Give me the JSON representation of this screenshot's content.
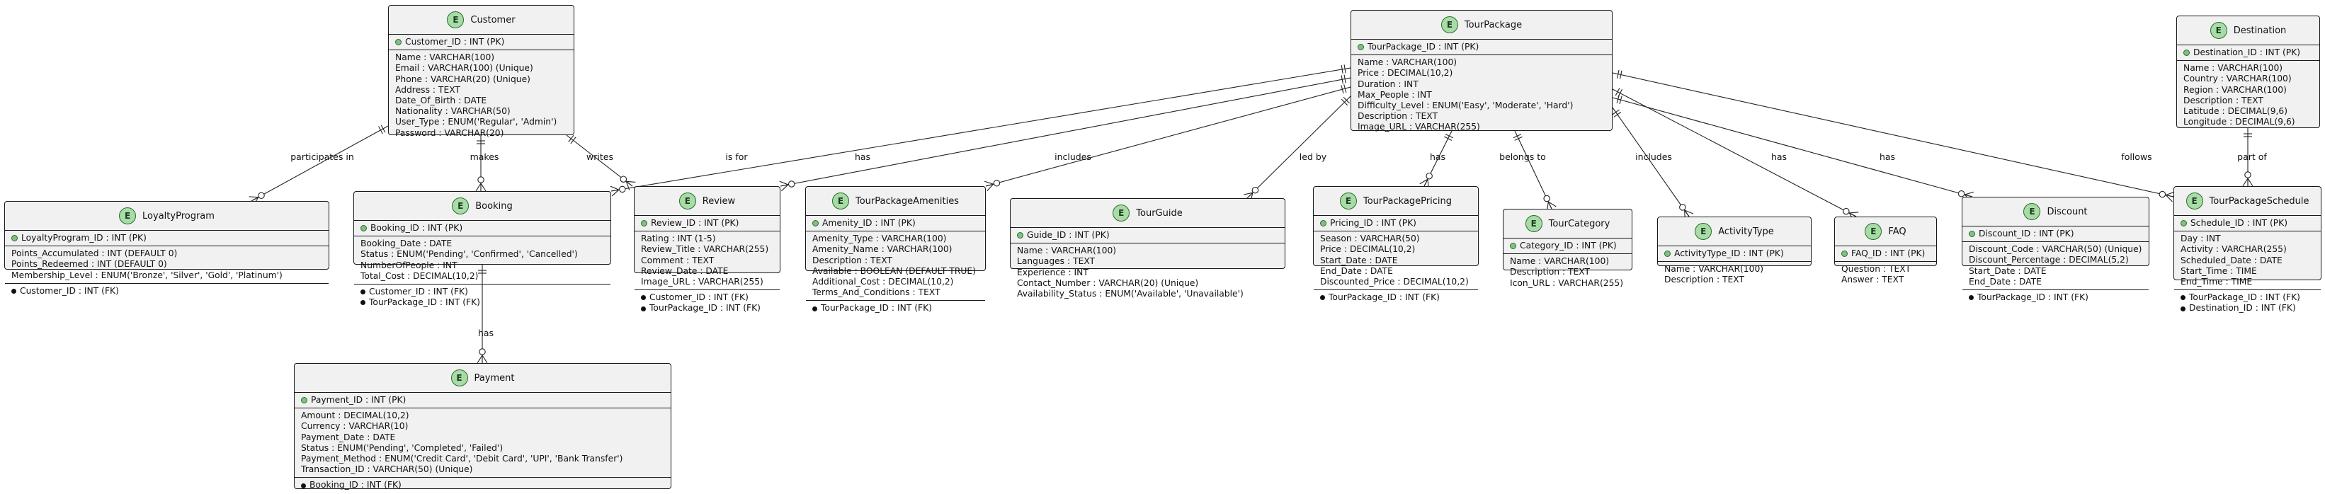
{
  "entities": [
    {
      "id": "customer",
      "name": "Customer",
      "pk": [
        "Customer_ID : INT (PK)"
      ],
      "attrs": [
        "Name : VARCHAR(100)",
        "Email : VARCHAR(100) (Unique)",
        "Phone : VARCHAR(20) (Unique)",
        "Address : TEXT",
        "Date_Of_Birth : DATE",
        "Nationality : VARCHAR(50)",
        "User_Type : ENUM('Regular', 'Admin')",
        "Password : VARCHAR(20)"
      ],
      "fks": []
    },
    {
      "id": "tourpackage",
      "name": "TourPackage",
      "pk": [
        "TourPackage_ID : INT (PK)"
      ],
      "attrs": [
        "Name : VARCHAR(100)",
        "Price : DECIMAL(10,2)",
        "Duration : INT",
        "Max_People : INT",
        "Difficulty_Level : ENUM('Easy', 'Moderate', 'Hard')",
        "Description : TEXT",
        "Image_URL : VARCHAR(255)"
      ],
      "fks": []
    },
    {
      "id": "destination",
      "name": "Destination",
      "pk": [
        "Destination_ID : INT (PK)"
      ],
      "attrs": [
        "Name : VARCHAR(100)",
        "Country : VARCHAR(100)",
        "Region : VARCHAR(100)",
        "Description : TEXT",
        "Latitude : DECIMAL(9,6)",
        "Longitude : DECIMAL(9,6)"
      ],
      "fks": []
    },
    {
      "id": "loyalty",
      "name": "LoyaltyProgram",
      "pk": [
        "LoyaltyProgram_ID : INT (PK)"
      ],
      "attrs": [
        "Points_Accumulated : INT (DEFAULT 0)",
        "Points_Redeemed : INT (DEFAULT 0)",
        "Membership_Level : ENUM('Bronze', 'Silver', 'Gold', 'Platinum')"
      ],
      "fks": [
        "Customer_ID : INT (FK)"
      ]
    },
    {
      "id": "booking",
      "name": "Booking",
      "pk": [
        "Booking_ID : INT (PK)"
      ],
      "attrs": [
        "Booking_Date : DATE",
        "Status : ENUM('Pending', 'Confirmed', 'Cancelled')",
        "NumberOfPeople : INT",
        "Total_Cost : DECIMAL(10,2)"
      ],
      "fks": [
        "Customer_ID : INT (FK)",
        "TourPackage_ID : INT (FK)"
      ]
    },
    {
      "id": "review",
      "name": "Review",
      "pk": [
        "Review_ID : INT (PK)"
      ],
      "attrs": [
        "Rating : INT (1-5)",
        "Review_Title : VARCHAR(255)",
        "Comment : TEXT",
        "Review_Date : DATE",
        "Image_URL : VARCHAR(255)"
      ],
      "fks": [
        "Customer_ID : INT (FK)",
        "TourPackage_ID : INT (FK)"
      ]
    },
    {
      "id": "amenities",
      "name": "TourPackageAmenities",
      "pk": [
        "Amenity_ID : INT (PK)"
      ],
      "attrs": [
        "Amenity_Type : VARCHAR(100)",
        "Amenity_Name : VARCHAR(100)",
        "Description : TEXT",
        "Available : BOOLEAN (DEFAULT TRUE)",
        "Additional_Cost : DECIMAL(10,2)",
        "Terms_And_Conditions : TEXT"
      ],
      "fks": [
        "TourPackage_ID : INT (FK)"
      ]
    },
    {
      "id": "guide",
      "name": "TourGuide",
      "pk": [
        "Guide_ID : INT (PK)"
      ],
      "attrs": [
        "Name : VARCHAR(100)",
        "Languages : TEXT",
        "Experience : INT",
        "Contact_Number : VARCHAR(20) (Unique)",
        "Availability_Status : ENUM('Available', 'Unavailable')"
      ],
      "fks": []
    },
    {
      "id": "pricing",
      "name": "TourPackagePricing",
      "pk": [
        "Pricing_ID : INT (PK)"
      ],
      "attrs": [
        "Season : VARCHAR(50)",
        "Price : DECIMAL(10,2)",
        "Start_Date : DATE",
        "End_Date : DATE",
        "Discounted_Price : DECIMAL(10,2)"
      ],
      "fks": [
        "TourPackage_ID : INT (FK)"
      ]
    },
    {
      "id": "category",
      "name": "TourCategory",
      "pk": [
        "Category_ID : INT (PK)"
      ],
      "attrs": [
        "Name : VARCHAR(100)",
        "Description : TEXT",
        "Icon_URL : VARCHAR(255)"
      ],
      "fks": []
    },
    {
      "id": "activity",
      "name": "ActivityType",
      "pk": [
        "ActivityType_ID : INT (PK)"
      ],
      "attrs": [
        "Name : VARCHAR(100)",
        "Description : TEXT"
      ],
      "fks": []
    },
    {
      "id": "faq",
      "name": "FAQ",
      "pk": [
        "FAQ_ID : INT (PK)"
      ],
      "attrs": [
        "Question : TEXT",
        "Answer : TEXT"
      ],
      "fks": []
    },
    {
      "id": "discount",
      "name": "Discount",
      "pk": [
        "Discount_ID : INT (PK)"
      ],
      "attrs": [
        "Discount_Code : VARCHAR(50) (Unique)",
        "Discount_Percentage : DECIMAL(5,2)",
        "Start_Date : DATE",
        "End_Date : DATE"
      ],
      "fks": [
        "TourPackage_ID : INT (FK)"
      ]
    },
    {
      "id": "schedule",
      "name": "TourPackageSchedule",
      "pk": [
        "Schedule_ID : INT (PK)"
      ],
      "attrs": [
        "Day : INT",
        "Activity : VARCHAR(255)",
        "Scheduled_Date : DATE",
        "Start_Time : TIME",
        "End_Time : TIME"
      ],
      "fks": [
        "TourPackage_ID : INT (FK)",
        "Destination_ID : INT (FK)"
      ]
    },
    {
      "id": "payment",
      "name": "Payment",
      "pk": [
        "Payment_ID : INT (PK)"
      ],
      "attrs": [
        "Amount : DECIMAL(10,2)",
        "Currency : VARCHAR(10)",
        "Payment_Date : DATE",
        "Status : ENUM('Pending', 'Completed', 'Failed')",
        "Payment_Method : ENUM('Credit Card', 'Debit Card', 'UPI', 'Bank Transfer')",
        "Transaction_ID : VARCHAR(50) (Unique)"
      ],
      "fks": [
        "Booking_ID : INT (FK)"
      ]
    }
  ],
  "relationships": [
    {
      "from": "customer",
      "to": "loyalty",
      "label": "participates in"
    },
    {
      "from": "customer",
      "to": "booking",
      "label": "makes"
    },
    {
      "from": "customer",
      "to": "review",
      "label": "writes"
    },
    {
      "from": "tourpackage",
      "to": "booking",
      "label": "is for"
    },
    {
      "from": "tourpackage",
      "to": "review",
      "label": "has"
    },
    {
      "from": "tourpackage",
      "to": "amenities",
      "label": "includes"
    },
    {
      "from": "tourpackage",
      "to": "guide",
      "label": "led by"
    },
    {
      "from": "tourpackage",
      "to": "pricing",
      "label": "has"
    },
    {
      "from": "tourpackage",
      "to": "category",
      "label": "belongs to"
    },
    {
      "from": "tourpackage",
      "to": "activity",
      "label": "includes"
    },
    {
      "from": "tourpackage",
      "to": "faq",
      "label": "has"
    },
    {
      "from": "tourpackage",
      "to": "discount",
      "label": "has"
    },
    {
      "from": "tourpackage",
      "to": "schedule",
      "label": "follows"
    },
    {
      "from": "destination",
      "to": "schedule",
      "label": "part of"
    },
    {
      "from": "booking",
      "to": "payment",
      "label": "has"
    }
  ],
  "colors": {
    "entity_fill": "#f1f1f1",
    "border": "#181818",
    "badge": "#a7dca7",
    "pk_dot": "#84be84"
  },
  "icons": {
    "entity": "entity-e-badge-icon",
    "pk": "pk-dot-icon",
    "fk": "fk-dot-icon"
  }
}
